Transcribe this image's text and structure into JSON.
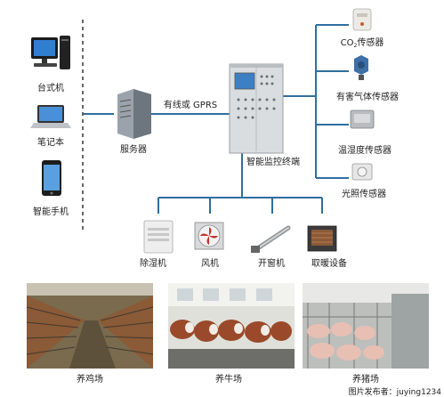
{
  "devices": {
    "desktop": "台式机",
    "laptop": "笔记本",
    "phone": "智能手机"
  },
  "server_label": "服务器",
  "link_label": "有线或 GPRS",
  "terminal_label": "智能监控终端",
  "sensors": {
    "co2_prefix": "CO",
    "co2_sub": "2",
    "co2_suffix": "传感器",
    "gas": "有害气体传感器",
    "temp_humidity": "温湿度传感器",
    "light": "光照传感器"
  },
  "actuators": {
    "dehumidifier": "除湿机",
    "fan": "风机",
    "window_opener": "开窗机",
    "heater": "取暖设备"
  },
  "farms": {
    "chicken": "养鸡场",
    "cattle": "养牛场",
    "pig": "养猪场"
  },
  "watermark": "图片发布者：juying1234",
  "colors": {
    "connector": "#2f6f9e",
    "dashed": "#333333",
    "cabinet": "#d9dde0",
    "screen": "#3d7fc4",
    "fan_red": "#c8322a"
  }
}
